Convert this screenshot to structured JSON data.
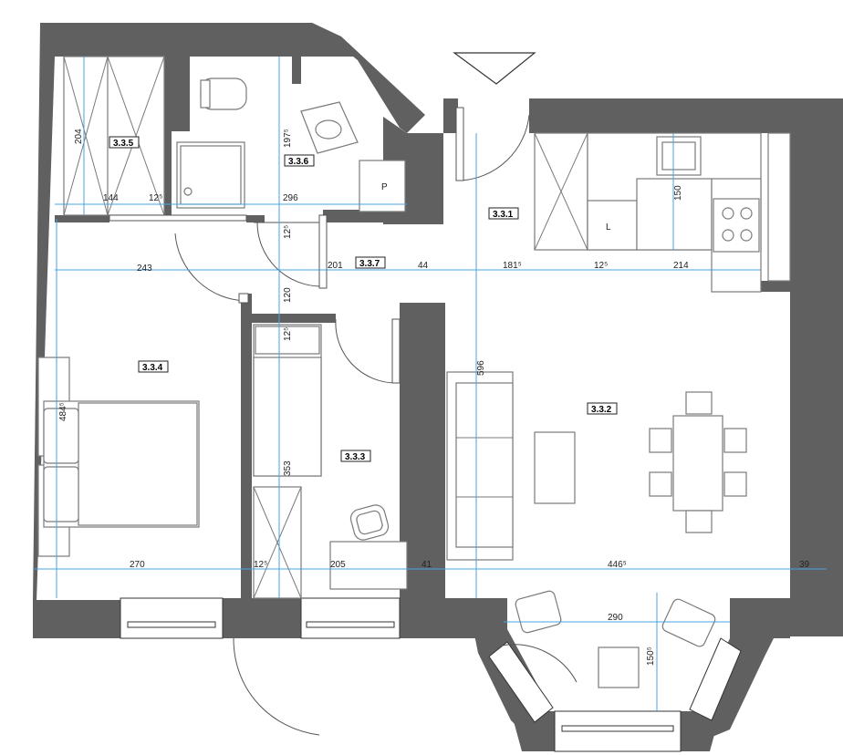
{
  "rooms": {
    "r331": "3.3.1",
    "r332": "3.3.2",
    "r333": "3.3.3",
    "r334": "3.3.4",
    "r335": "3.3.5",
    "r336": "3.3.6",
    "r337": "3.3.7"
  },
  "dims": {
    "d204": "204",
    "d144": "144",
    "d12a": "12⁵",
    "d296": "296",
    "d197": "197⁵",
    "d12b": "12⁵",
    "d150a": "150",
    "d243": "243",
    "d201": "201",
    "d44": "44",
    "d181": "181⁵",
    "d12c": "12⁵",
    "d214": "214",
    "d120": "120",
    "d12d": "12⁵",
    "d596": "596",
    "d484": "484⁵",
    "d353": "353",
    "d270": "270",
    "d12e": "12⁵",
    "d205": "205",
    "d41": "41",
    "d446": "446⁵",
    "d39": "39",
    "d290": "290",
    "d150b": "150⁵"
  },
  "labels": {
    "fridge": "P",
    "stove_l": "L"
  }
}
